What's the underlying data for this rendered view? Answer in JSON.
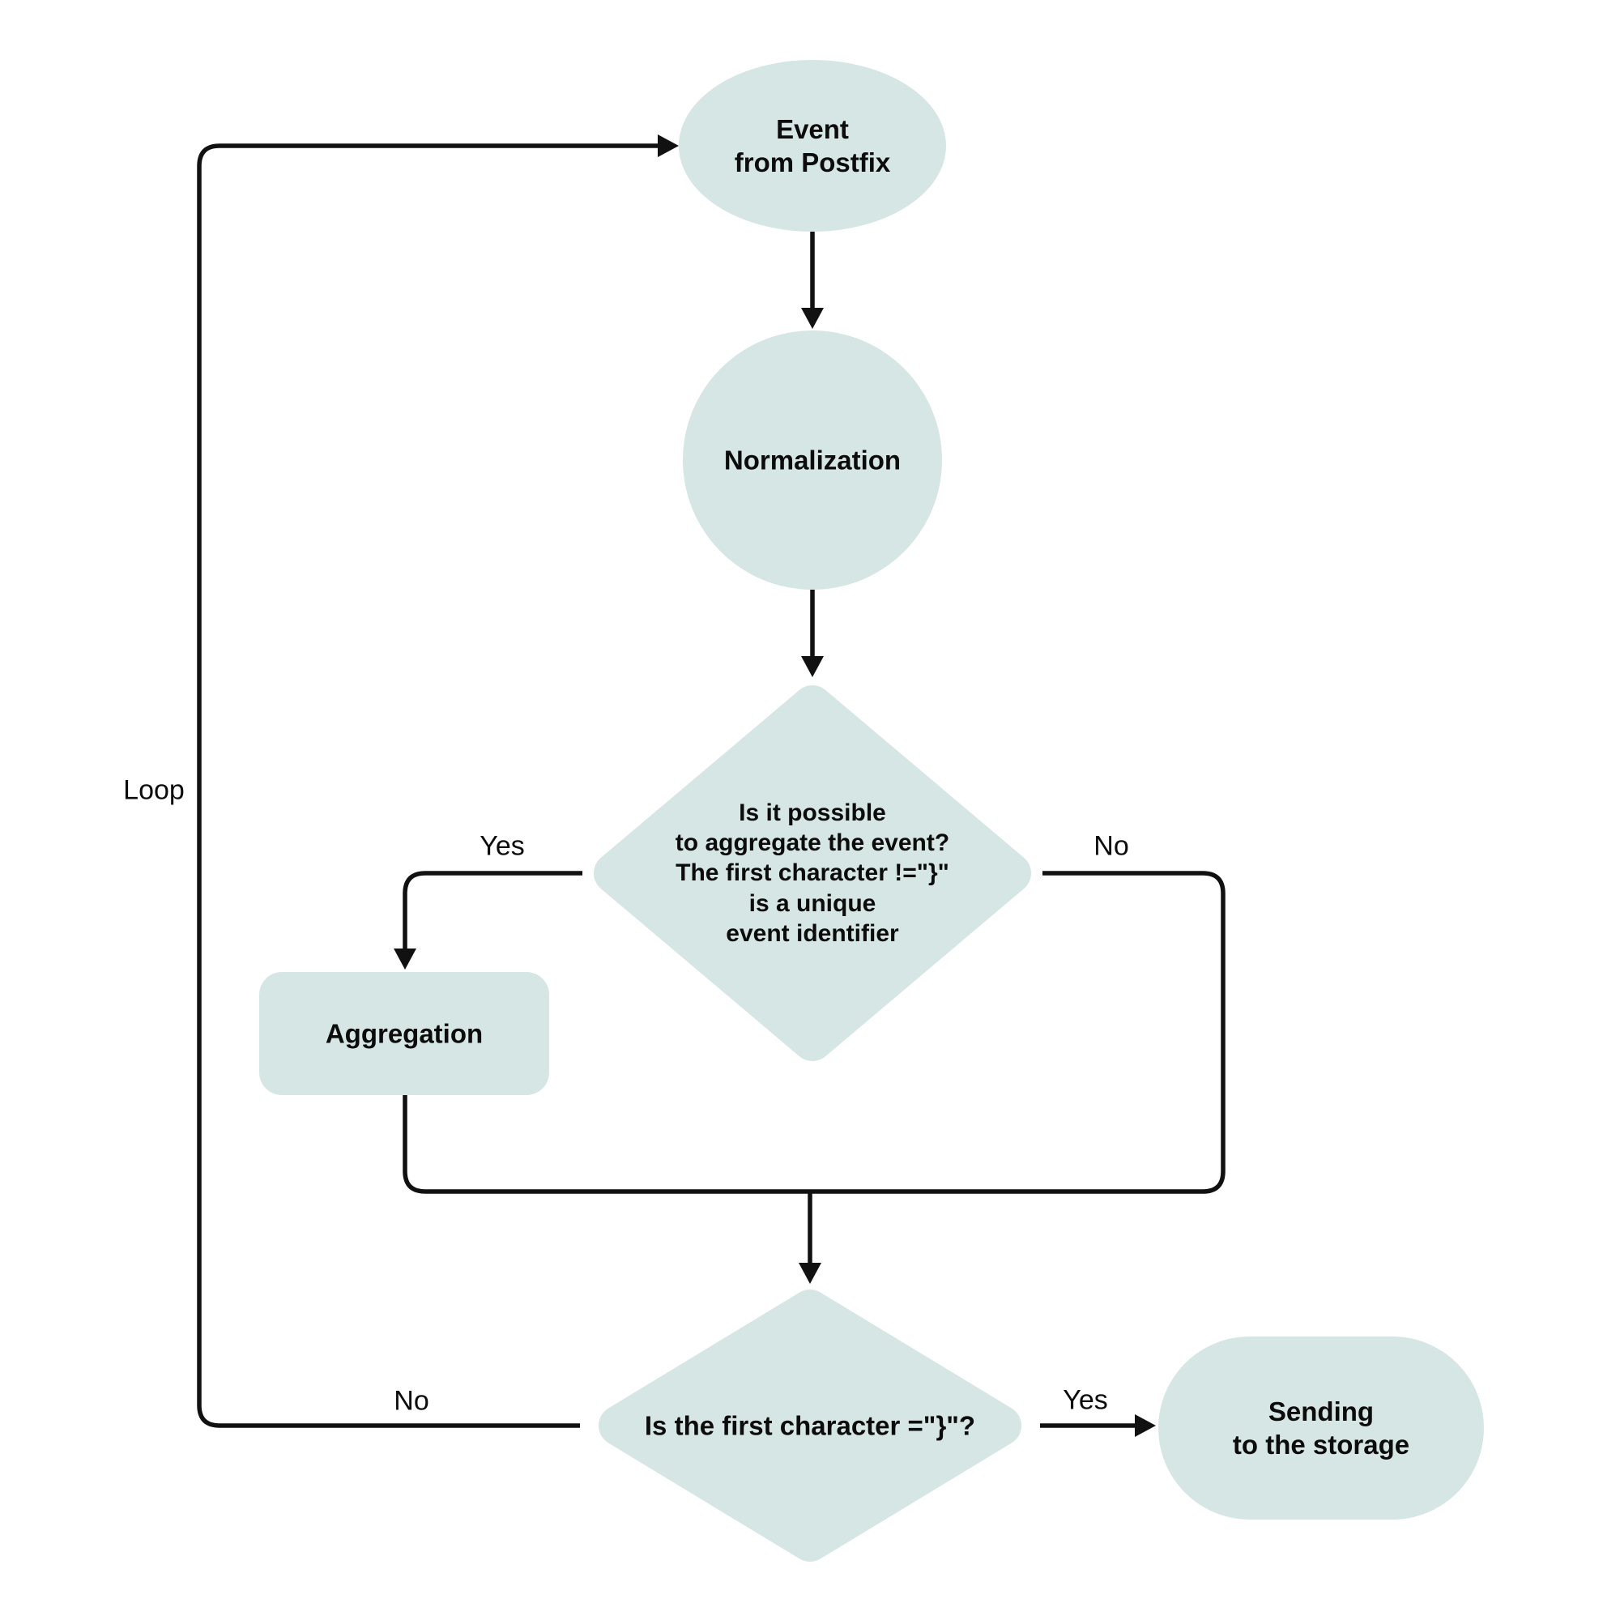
{
  "diagram": {
    "background": "#ffffff",
    "shape_fill": "#d6e6e4",
    "line_color": "#111111",
    "text_color": "#0c0c0c",
    "nodes": {
      "start": {
        "label": "Event\nfrom Postfix",
        "shape": "ellipse"
      },
      "normalization": {
        "label": "Normalization",
        "shape": "circle"
      },
      "aggregate_decision": {
        "label": "Is it possible\nto aggregate the event?\nThe first character !=\"}\"\nis a unique\nevent identifier",
        "shape": "diamond"
      },
      "aggregation": {
        "label": "Aggregation",
        "shape": "rounded-rect"
      },
      "first_char_decision": {
        "label": "Is the first character =\"}\"?",
        "shape": "diamond"
      },
      "sending": {
        "label": "Sending\nto the storage",
        "shape": "stadium"
      }
    },
    "edge_labels": {
      "loop": "Loop",
      "aggregate_yes": "Yes",
      "aggregate_no": "No",
      "first_char_no": "No",
      "first_char_yes": "Yes"
    }
  }
}
